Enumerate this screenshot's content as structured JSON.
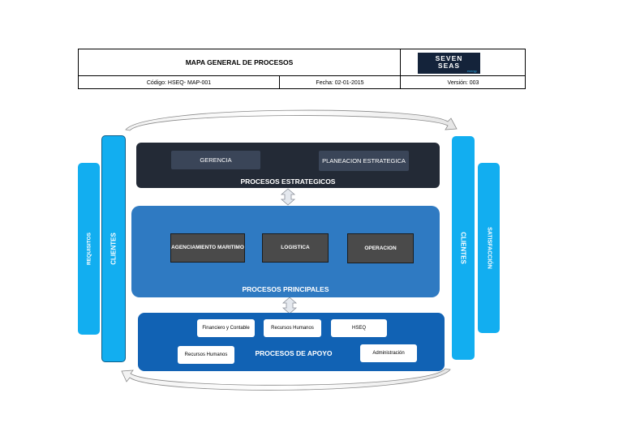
{
  "header": {
    "title": "MAPA GENERAL DE PROCESOS",
    "codigo": "Código: HSEQ- MAP-001",
    "fecha": "Fecha: 02-01-2015",
    "version": "Versión: 003",
    "logo": {
      "line1": "SEVEN",
      "line2": "SEAS",
      "line3": "energy"
    }
  },
  "left": {
    "outer_label": "REQUISITOS",
    "inner_label": "CLIENTES"
  },
  "right": {
    "inner_label": "CLIENTES",
    "outer_label": "SATISFACCIÓN"
  },
  "estrategicos": {
    "label": "PROCESOS ESTRATEGICOS",
    "items": [
      "GERENCIA",
      "PLANEACION ESTRATEGICA"
    ]
  },
  "principales": {
    "label": "PROCESOS PRINCIPALES",
    "items": [
      "AGENCIAMIENTO MARITIMO",
      "LOGISTICA",
      "OPERACION"
    ]
  },
  "apoyo": {
    "label": "PROCESOS DE APOYO",
    "items": [
      "Financiero y Contable",
      "Recursos Humanos",
      "HSEQ",
      "Recursos Humanos",
      "Administración"
    ]
  },
  "colors": {
    "dark_block": "#232a36",
    "main_block": "#2f7ac2",
    "apoyo_block": "#1162b4",
    "side_bar": "#12aef0"
  }
}
